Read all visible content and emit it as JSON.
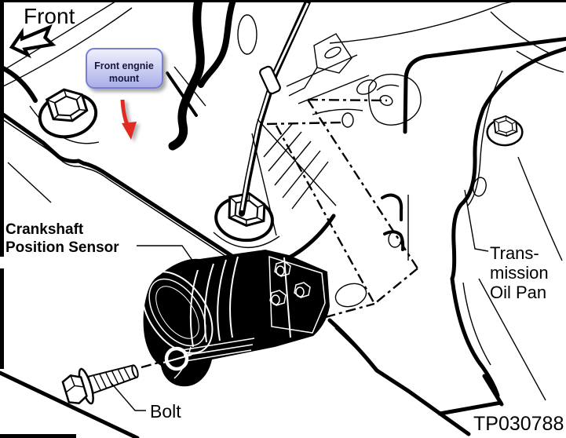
{
  "labels": {
    "front": "Front",
    "callout": {
      "line1": "Front engnie",
      "line2": "mount"
    },
    "crankshaft": {
      "line1": "Crankshaft",
      "line2": "Position Sensor"
    },
    "transmission": {
      "line1": "Trans-",
      "line2": "mission",
      "line3": "Oil Pan"
    },
    "bolt": "Bolt",
    "part_number": "TP030788"
  },
  "icons": {
    "front_direction": "hollow-arrow-down-left",
    "pointer": "red-arrow-down"
  },
  "colors": {
    "background": "#ffffff",
    "line": "#000000",
    "callout_border": "#7a7ed2",
    "callout_fill_top": "#f0f1fd",
    "callout_fill_bottom": "#a8ade8",
    "callout_text": "#17173d",
    "arrow_red": "#e02b20"
  }
}
